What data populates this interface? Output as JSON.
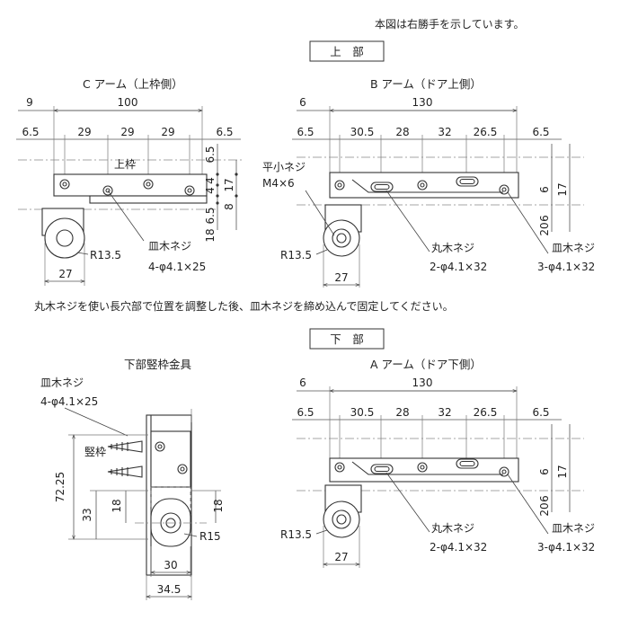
{
  "header_note": "本図は右勝手を示しています。",
  "upper": {
    "section_label": "上　部",
    "c_arm": {
      "title": "C アーム（上枠側）",
      "dims": {
        "total": "100",
        "offset": "9",
        "margin_left": "6.5",
        "pitch1": "29",
        "pitch2": "29",
        "pitch3": "29",
        "margin_right": "6.5",
        "v1": "6.5",
        "v2": "4",
        "v3": "4",
        "v4": "6.5",
        "v5": "17",
        "v6": "8",
        "v7": "18",
        "radius": "R13.5",
        "width": "27"
      },
      "frame_label": "上枠",
      "screw_label": "皿木ネジ",
      "screw_spec": "4-φ4.1×25"
    },
    "b_arm": {
      "title": "B アーム（ドア上側）",
      "dims": {
        "total": "130",
        "offset": "6",
        "margin_left": "6.5",
        "p1": "30.5",
        "p2": "28",
        "p3": "32",
        "p4": "26.5",
        "margin_right": "6.5",
        "v1": "6",
        "v2": "17",
        "v3": "6",
        "v4": "20",
        "radius": "R13.5",
        "width": "27"
      },
      "bolt_label": "平小ネジ",
      "bolt_spec": "M4×6",
      "round_screw_label": "丸木ネジ",
      "round_screw_spec": "2-φ4.1×32",
      "flat_screw_label": "皿木ネジ",
      "flat_screw_spec": "3-φ4.1×32"
    }
  },
  "instruction": "丸木ネジを使い長穴部で位置を調整した後、皿木ネジを締め込んで固定してください。",
  "lower": {
    "section_label": "下　部",
    "bracket": {
      "title": "下部竪枠金具",
      "screw_label": "皿木ネジ",
      "screw_spec": "4-φ4.1×25",
      "frame_label": "竪枠",
      "dims": {
        "height": "72.25",
        "h1": "33",
        "h2": "18",
        "h3": "18",
        "radius": "R15",
        "w1": "30",
        "w2": "34.5"
      }
    },
    "a_arm": {
      "title": "A アーム（ドア下側）",
      "dims": {
        "total": "130",
        "offset": "6",
        "margin_left": "6.5",
        "p1": "30.5",
        "p2": "28",
        "p3": "32",
        "p4": "26.5",
        "margin_right": "6.5",
        "v1": "6",
        "v2": "17",
        "v3": "6",
        "v4": "20",
        "radius": "R13.5",
        "width": "27"
      },
      "round_screw_label": "丸木ネジ",
      "round_screw_spec": "2-φ4.1×32",
      "flat_screw_label": "皿木ネジ",
      "flat_screw_spec": "3-φ4.1×32"
    }
  }
}
